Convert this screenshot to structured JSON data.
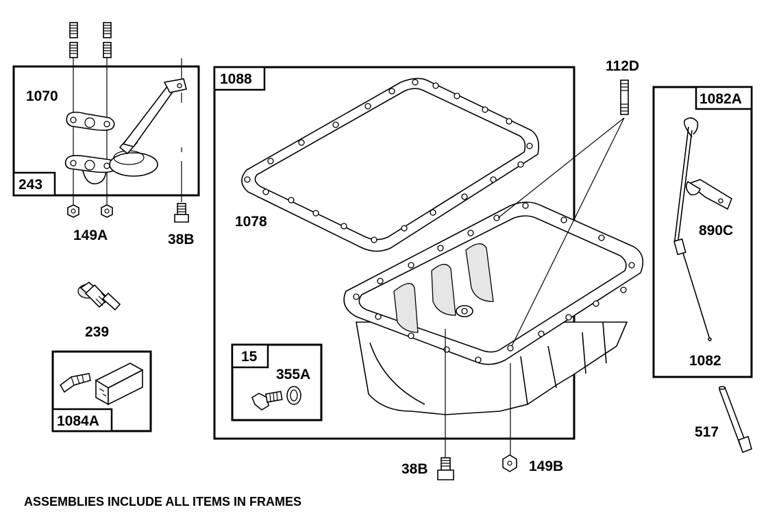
{
  "labels": {
    "p1070": "1070",
    "p149A": "149A",
    "p38B_top": "38B",
    "p239": "239",
    "p1078": "1078",
    "p112D": "112D",
    "p890C": "890C",
    "p1082": "1082",
    "p517": "517",
    "p355A": "355A",
    "p38B_bottom": "38B",
    "p149B": "149B"
  },
  "frames": {
    "f243": "243",
    "f1088": "1088",
    "f1082A": "1082A",
    "f15": "15",
    "f1084A": "1084A"
  },
  "footer": {
    "note": "ASSEMBLIES INCLUDE ALL ITEMS IN FRAMES"
  }
}
